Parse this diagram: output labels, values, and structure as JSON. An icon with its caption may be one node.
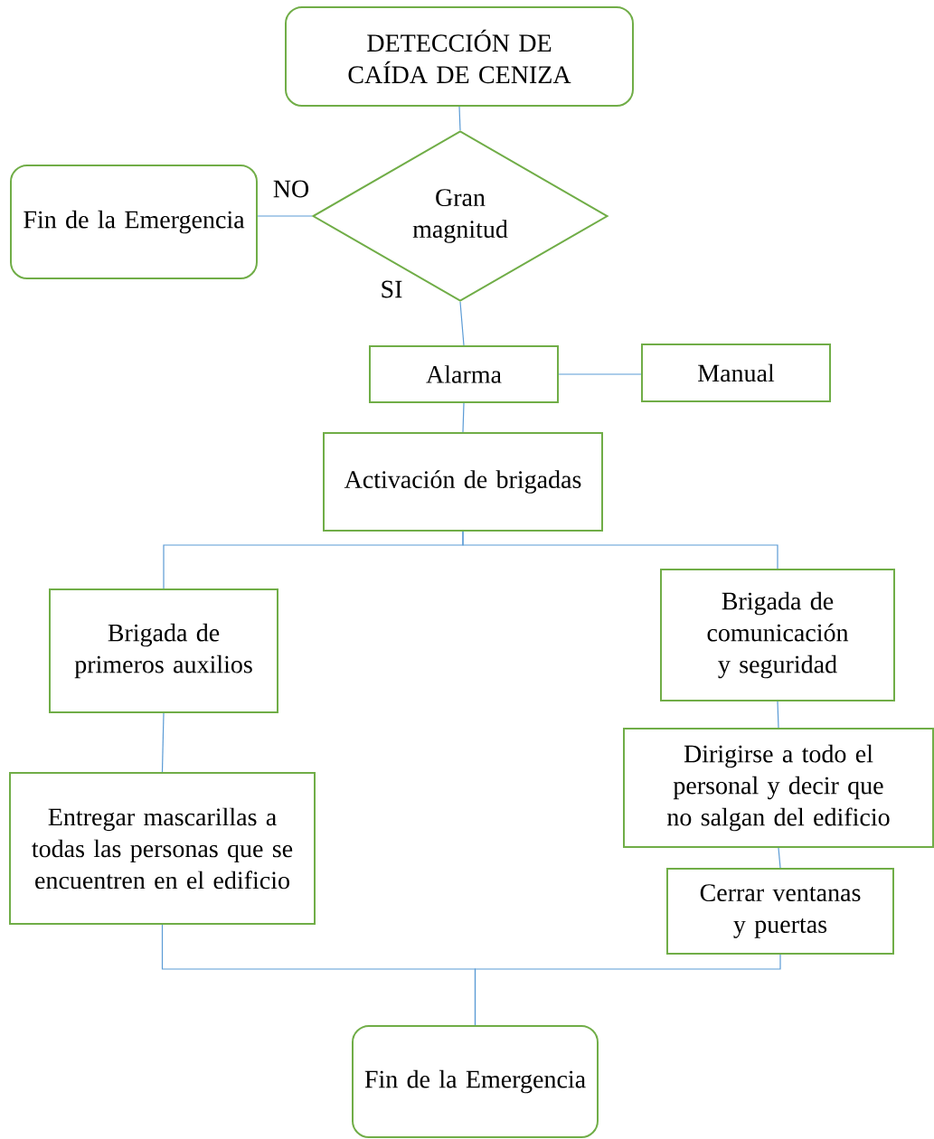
{
  "diagram": {
    "nodes": [
      {
        "text": [
          "DETECCIÓN DE CAÍDA DE CENIZA"
        ]
      },
      {
        "text": [
          "Gran magnitud"
        ]
      },
      {
        "text": [
          "Fin de la Emergencia"
        ]
      },
      {
        "text": [
          "Alarma"
        ]
      },
      {
        "text": [
          "Manual"
        ]
      },
      {
        "text": [
          "Activación de brigadas"
        ]
      },
      {
        "text": [
          "Brigada de primeros auxilios"
        ]
      },
      {
        "text": [
          "Entregar mascarillas a todas las personas que se encuentren en el edificio"
        ]
      },
      {
        "text": [
          "Brigada de comunicación y seguridad"
        ]
      },
      {
        "text": [
          "Dirigirse a todo el personal y decir que no salgan del edificio"
        ]
      },
      {
        "text": [
          "Cerrar ventanas y puertas"
        ]
      },
      {
        "text": [
          "Fin de la Emergencia"
        ]
      }
    ],
    "edges": [
      {
        "from": 0,
        "to": 1,
        "arrow": "none"
      },
      {
        "from": 1,
        "to": 2,
        "arrow": "none",
        "label": "NO"
      },
      {
        "from": 1,
        "to": 3,
        "arrow": "none",
        "label": "SI"
      },
      {
        "from": 3,
        "to": 4,
        "arrow": "none"
      },
      {
        "from": 3,
        "to": 5,
        "arrow": "none"
      },
      {
        "from": 5,
        "to": 6,
        "arrow": "none"
      },
      {
        "from": 5,
        "to": 8,
        "arrow": "none"
      },
      {
        "from": 6,
        "to": 7,
        "arrow": "none"
      },
      {
        "from": 8,
        "to": 9,
        "arrow": "none"
      },
      {
        "from": 9,
        "to": 10,
        "arrow": "none"
      },
      {
        "from": 7,
        "to": 11,
        "arrow": "none"
      },
      {
        "from": 10,
        "to": 11,
        "arrow": "none"
      }
    ]
  }
}
